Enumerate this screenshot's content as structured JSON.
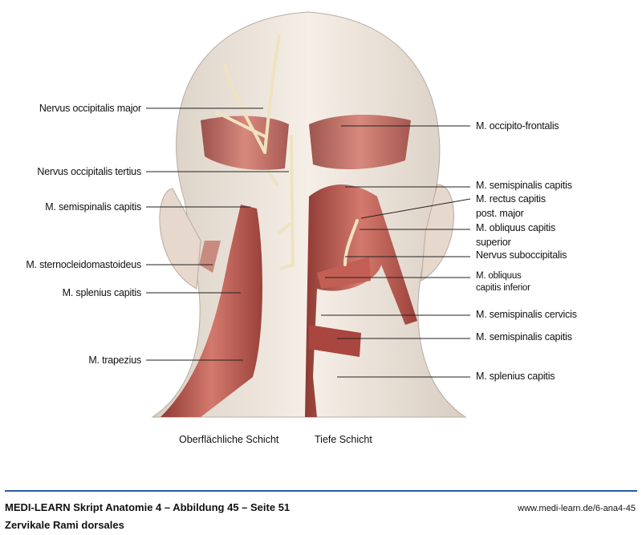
{
  "labels_left": [
    "Nervus occipitalis major",
    "Nervus occipitalis tertius",
    "M. semispinalis capitis",
    "M. sternocleidomastoideus",
    "M. splenius capitis",
    "M. trapezius"
  ],
  "labels_right": [
    "M. occipito-frontalis",
    "M. semispinalis capitis",
    "M. rectus capitis",
    "post. major",
    "M. obliquus capitis",
    "superior",
    "Nervus suboccipitalis",
    "M. obliquus",
    "capitis inferior",
    "M. semispinalis cervicis",
    "M. semispinalis capitis",
    "M. splenius capitis"
  ],
  "captions": {
    "left": "Oberflächliche Schicht",
    "right": "Tiefe Schicht"
  },
  "footer": {
    "title": "MEDI-LEARN Skript Anatomie 4 – Abbildung 45 – Seite 51",
    "subtitle": "Zervikale Rami dorsales",
    "url": "www.medi-learn.de/6-ana4-45"
  },
  "colors": {
    "rule": "#2a5aa6",
    "muscle": "#b8524a",
    "skin": "#efe6dc",
    "nerve": "#efe3c0"
  }
}
